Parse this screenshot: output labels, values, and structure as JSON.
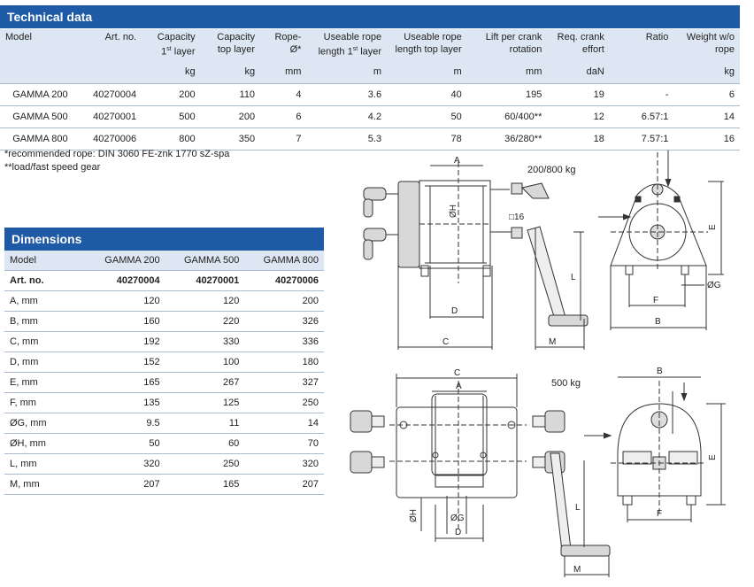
{
  "technical": {
    "title": "Technical data",
    "headers": [
      [
        "Model",
        ""
      ],
      [
        "Art. no.",
        ""
      ],
      [
        "Capacity 1st layer",
        "kg"
      ],
      [
        "Capacity top layer",
        "kg"
      ],
      [
        "Rope-Ø*",
        "mm"
      ],
      [
        "Useable rope length 1st layer",
        "m"
      ],
      [
        "Useable rope length top layer",
        "m"
      ],
      [
        "Lift per crank rotation",
        "mm"
      ],
      [
        "Req. crank effort",
        "daN"
      ],
      [
        "Ratio",
        ""
      ],
      [
        "Weight w/o rope",
        "kg"
      ]
    ],
    "rows": [
      [
        "GAMMA 200",
        "40270004",
        "200",
        "110",
        "4",
        "3.6",
        "40",
        "195",
        "19",
        "-",
        "6"
      ],
      [
        "GAMMA 500",
        "40270001",
        "500",
        "200",
        "6",
        "4.2",
        "50",
        "60/400**",
        "12",
        "6.57:1",
        "14"
      ],
      [
        "GAMMA 800",
        "40270006",
        "800",
        "350",
        "7",
        "5.3",
        "78",
        "36/280**",
        "18",
        "7.57:1",
        "16"
      ]
    ],
    "footnote1": "*recommended rope: DIN 3060 FE-znk 1770 sZ-spa",
    "footnote2": "**load/fast speed gear"
  },
  "dimensions": {
    "title": "Dimensions",
    "header": [
      "Model",
      "GAMMA 200",
      "GAMMA 500",
      "GAMMA 800"
    ],
    "artno": [
      "Art. no.",
      "40270004",
      "40270001",
      "40270006"
    ],
    "rows": [
      [
        "A, mm",
        "120",
        "120",
        "200"
      ],
      [
        "B, mm",
        "160",
        "220",
        "326"
      ],
      [
        "C, mm",
        "192",
        "330",
        "336"
      ],
      [
        "D, mm",
        "152",
        "100",
        "180"
      ],
      [
        "E, mm",
        "165",
        "267",
        "327"
      ],
      [
        "F, mm",
        "135",
        "125",
        "250"
      ],
      [
        "ØG, mm",
        "9.5",
        "11",
        "14"
      ],
      [
        "ØH, mm",
        "50",
        "60",
        "70"
      ],
      [
        "L, mm",
        "320",
        "250",
        "320"
      ],
      [
        "M, mm",
        "207",
        "165",
        "207"
      ]
    ]
  },
  "drawing": {
    "label_200_800": "200/800 kg",
    "label_500": "500 kg",
    "dims": {
      "A": "A",
      "B": "B",
      "C": "C",
      "D": "D",
      "E": "E",
      "F": "F",
      "G": "ØG",
      "H": "ØH",
      "L": "L",
      "M": "M",
      "sq16": "□16"
    }
  }
}
